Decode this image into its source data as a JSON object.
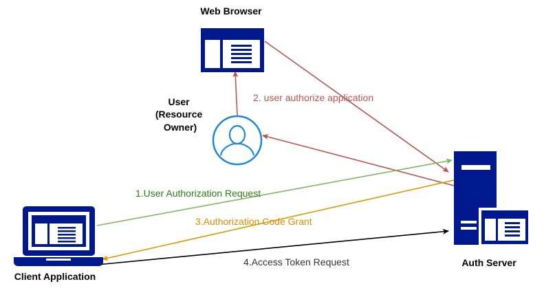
{
  "nodes": {
    "web_browser": {
      "label": "Web Browser"
    },
    "user": {
      "label_lines": [
        "User",
        "(Resource",
        "Owner)"
      ]
    },
    "client_app": {
      "label": "Client Application"
    },
    "auth_server": {
      "label": "Auth Server"
    }
  },
  "edges": {
    "user_auth_request": {
      "label": "1.User Authorization Request",
      "color": "#82b366"
    },
    "user_authorize": {
      "label": "2. user authorize application",
      "color": "#b85450"
    },
    "auth_code_grant": {
      "label": "3.Authorization Code Grant",
      "color": "#d79b00"
    },
    "access_token_request": {
      "label": "4.Access Token Request",
      "color": "#000000"
    }
  },
  "colors": {
    "icon_navy": "#00188d",
    "user_icon_blue": "#1b87d6",
    "label_green": "#2d7d16",
    "label_red": "#b85450",
    "label_orange": "#e08a00",
    "label_dark": "#333333"
  }
}
